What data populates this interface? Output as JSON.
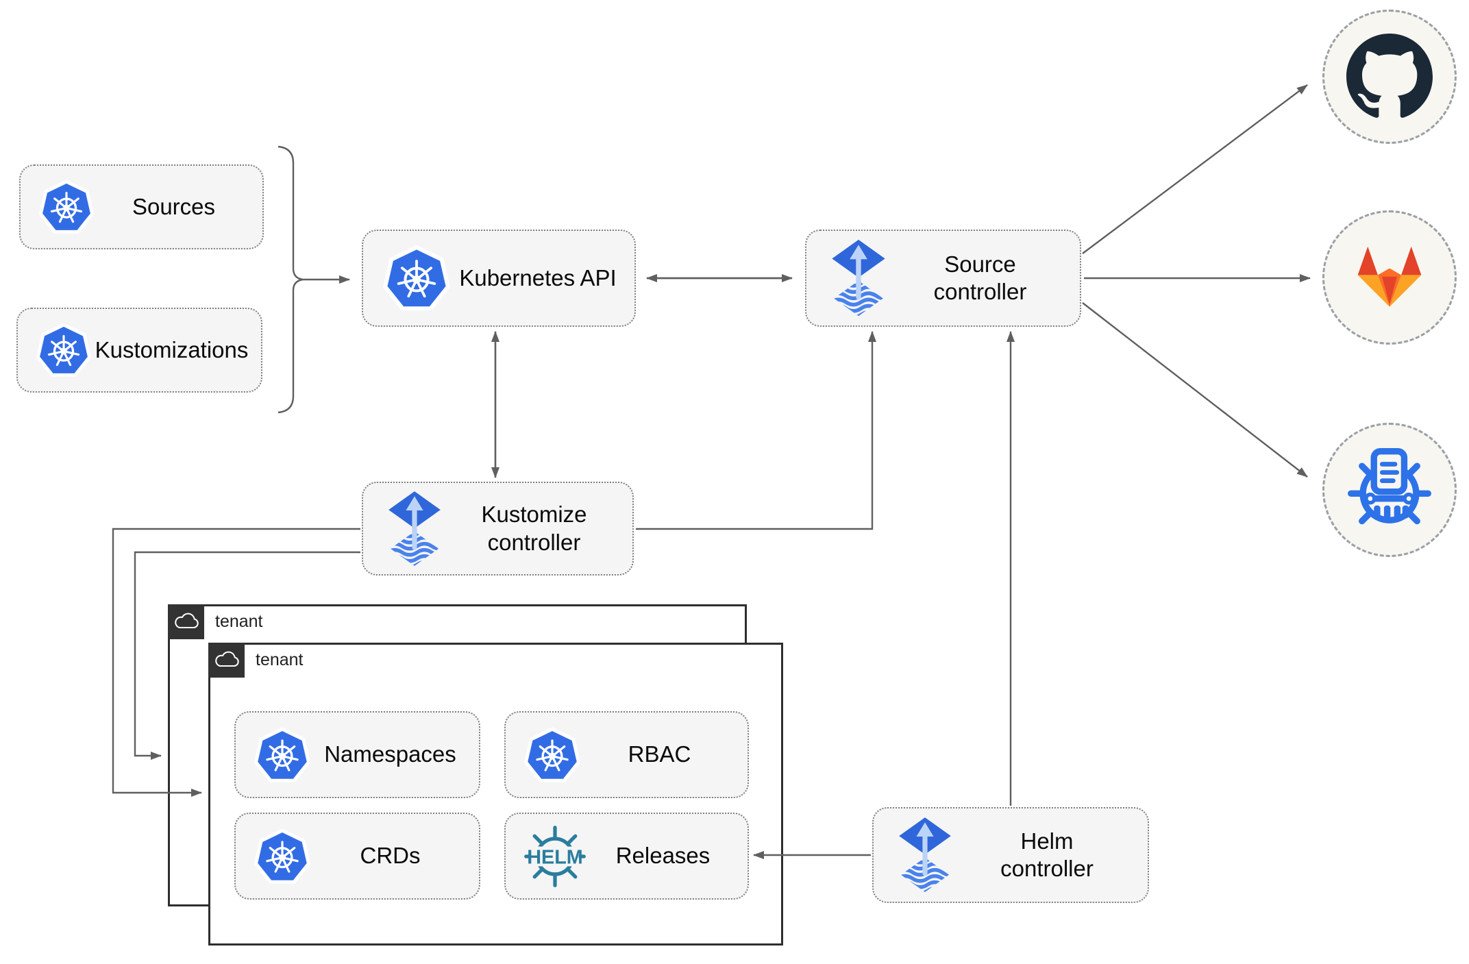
{
  "nodes": {
    "sources": {
      "label": "Sources",
      "icon": "kubernetes-icon"
    },
    "kustomizations": {
      "label": "Kustomizations",
      "icon": "kubernetes-icon"
    },
    "kubernetes_api": {
      "label": "Kubernetes API",
      "icon": "kubernetes-icon"
    },
    "source_controller": {
      "label": "Source\ncontroller",
      "icon": "flux-icon"
    },
    "kustomize_controller": {
      "label": "Kustomize\ncontroller",
      "icon": "flux-icon"
    },
    "helm_controller": {
      "label": "Helm\ncontroller",
      "icon": "flux-icon"
    },
    "tenant_back": {
      "label": "tenant",
      "icon": "cloud-icon"
    },
    "tenant_front": {
      "label": "tenant",
      "icon": "cloud-icon"
    },
    "namespaces": {
      "label": "Namespaces",
      "icon": "kubernetes-icon"
    },
    "rbac": {
      "label": "RBAC",
      "icon": "kubernetes-icon"
    },
    "crds": {
      "label": "CRDs",
      "icon": "kubernetes-icon"
    },
    "releases": {
      "label": "Releases",
      "icon": "helm-icon"
    }
  },
  "external_endpoints": {
    "git_host_1": {
      "icon": "github-icon"
    },
    "git_host_2": {
      "icon": "gitlab-icon"
    },
    "helm_repository": {
      "icon": "chartmuseum-icon"
    }
  },
  "helm_logo_text": "HELM",
  "colors": {
    "kubernetes_blue": "#326ce5",
    "flux_blue": "#2f66da",
    "flux_light_arrow": "#bcd3f8",
    "flux_stripe": "#4a82ec",
    "helm_teal": "#2a7d9e",
    "github_dark": "#1b2836",
    "gitlab_red": "#e24329",
    "gitlab_orange": "#fc6d26",
    "gitlab_yellow": "#fca326",
    "chartmuseum_blue": "#2d72e8",
    "node_fill": "#f5f5f5",
    "circle_fill": "#f7f6f1",
    "connector_gray": "#5f5f5f",
    "tenant_tab_dark": "#333333"
  }
}
